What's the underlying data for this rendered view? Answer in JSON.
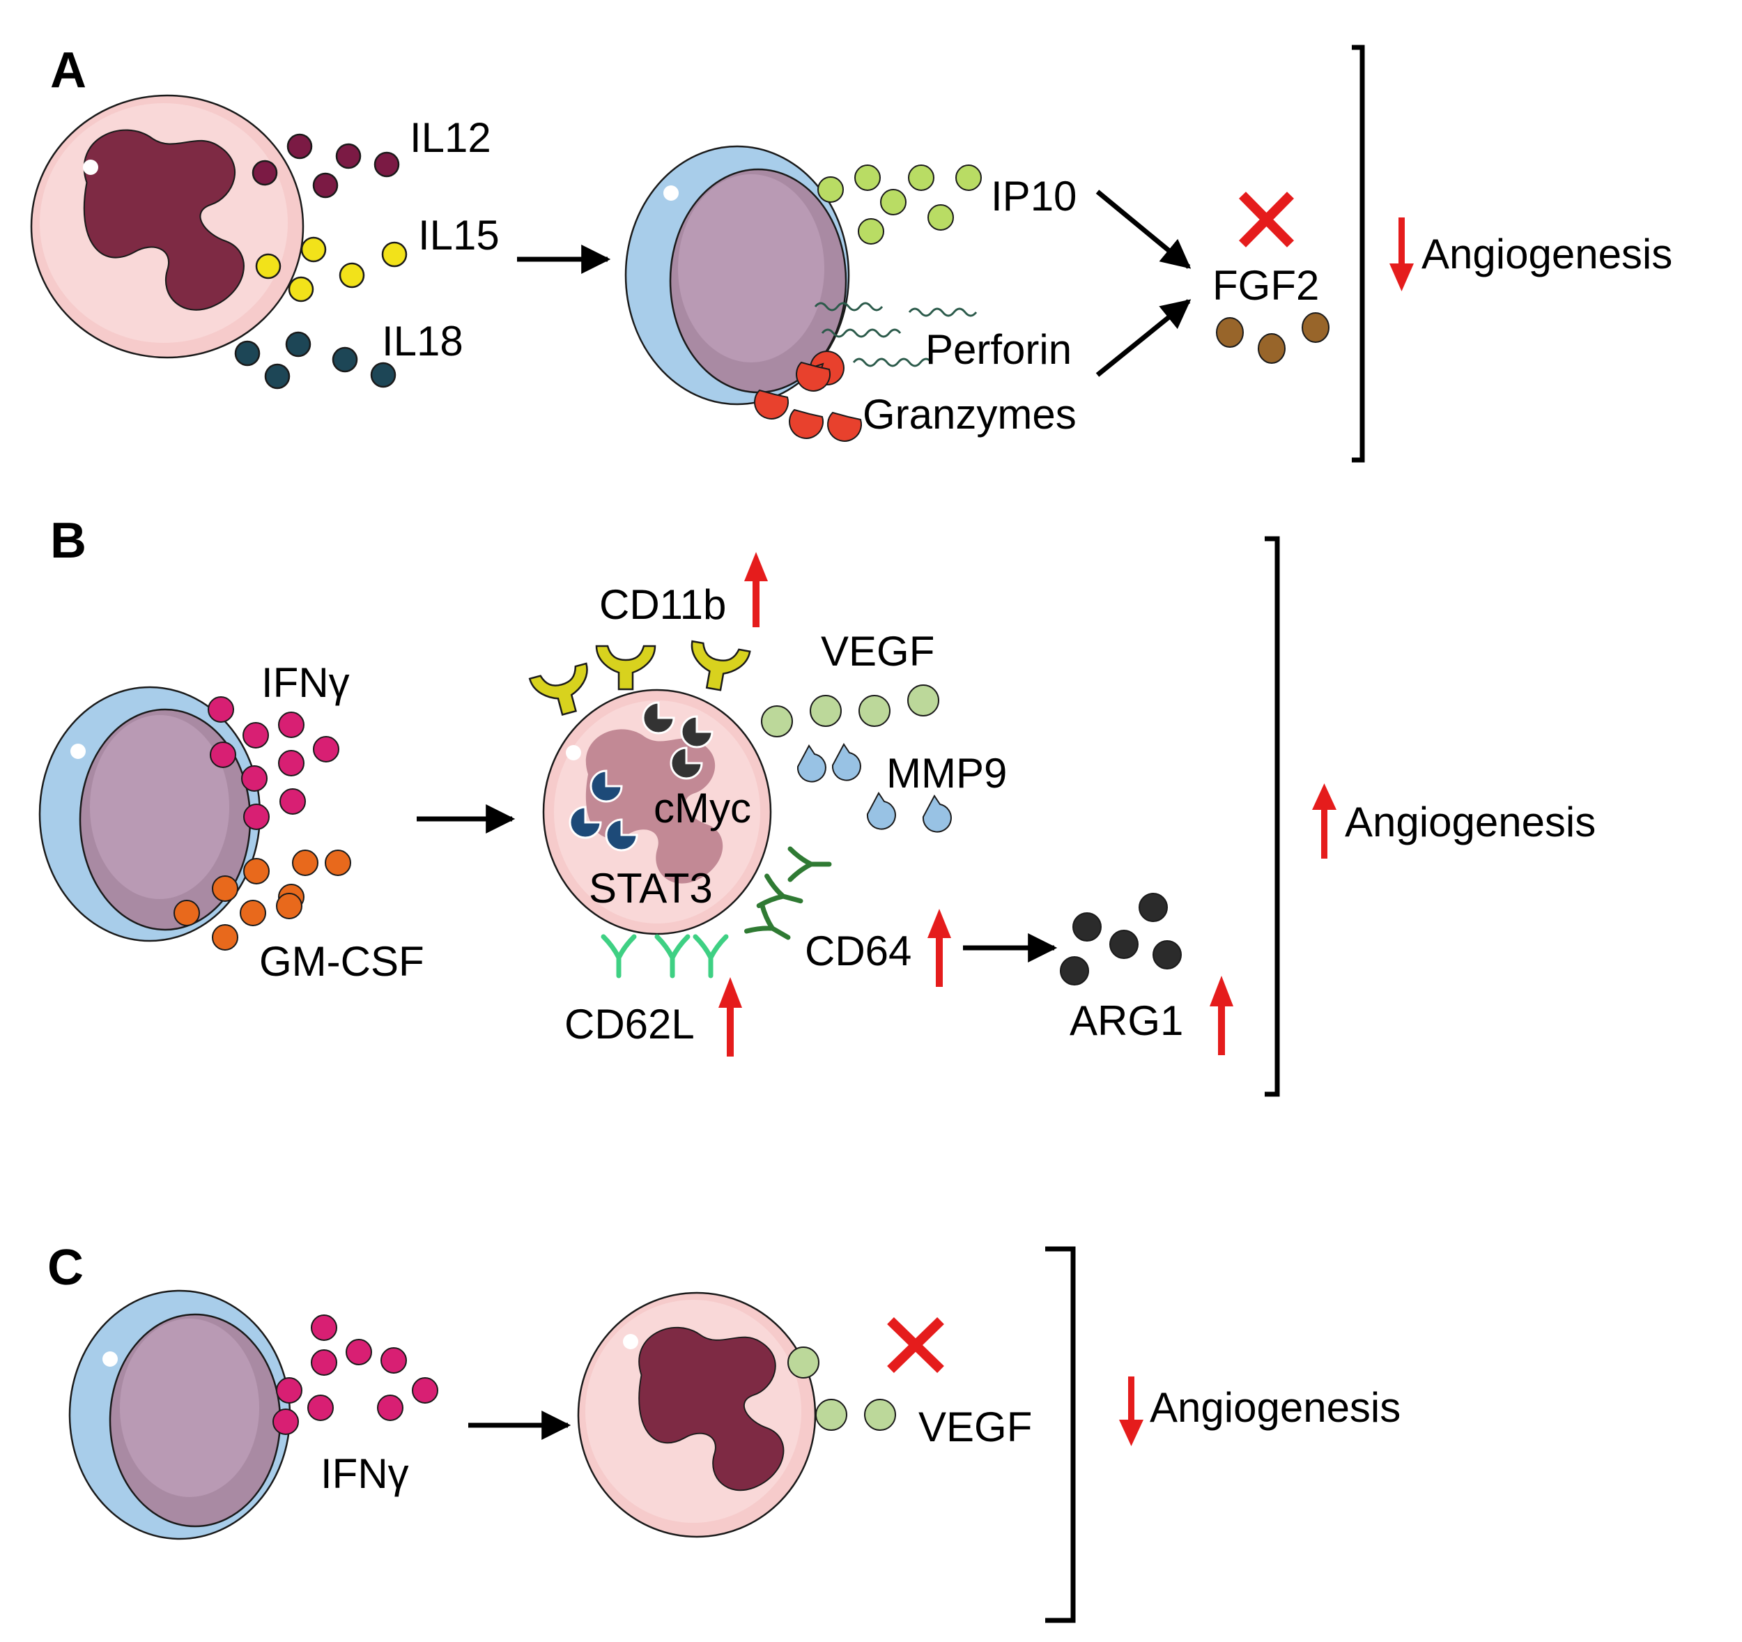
{
  "panels": {
    "a": {
      "letter": "A",
      "il12": "IL12",
      "il15": "IL15",
      "il18": "IL18",
      "ip10": "IP10",
      "perforin": "Perforin",
      "granzymes": "Granzymes",
      "fgf2": "FGF2",
      "outcome": "Angiogenesis",
      "outcome_direction": "down"
    },
    "b": {
      "letter": "B",
      "ifng": "IFNγ",
      "gmcsf": "GM-CSF",
      "cd11b": "CD11b",
      "vegf": "VEGF",
      "mmp9": "MMP9",
      "cmyc": "cMyc",
      "stat3": "STAT3",
      "cd64": "CD64",
      "cd62l": "CD62L",
      "arg1": "ARG1",
      "outcome": "Angiogenesis",
      "outcome_direction": "up"
    },
    "c": {
      "letter": "C",
      "ifng": "IFNγ",
      "vegf": "VEGF",
      "outcome": "Angiogenesis",
      "outcome_direction": "down"
    }
  },
  "colors": {
    "neutrophil_body": "#f6cbcb",
    "neutrophil_nucleus": "#7e2a44",
    "nk_cytoplasm": "#a8cdea",
    "nk_nucleus": "#a98aa3",
    "il12": "#7b1a44",
    "il15": "#f2e21a",
    "il18": "#1d4656",
    "ip10": "#b9dc64",
    "granzyme": "#e8412d",
    "fgf2": "#98652a",
    "ifng": "#d81f73",
    "gmcsf": "#e8691c",
    "cd11b": "#d8d21e",
    "vegf": "#bcd89a",
    "mmp9": "#98c2e4",
    "cd64": "#2f7a33",
    "cd62l": "#3ed083",
    "arg1": "#2b2b2b",
    "red_marker": "#e51c1c"
  }
}
